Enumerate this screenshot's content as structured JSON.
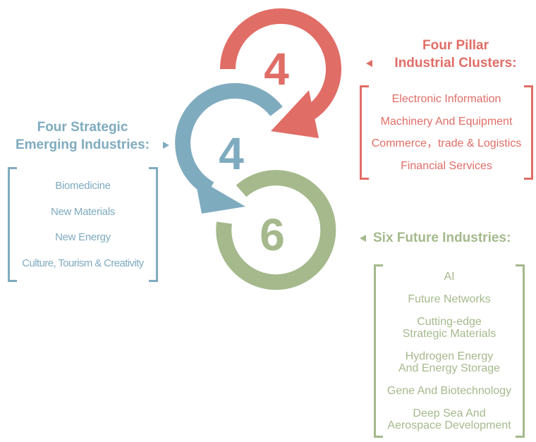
{
  "colors": {
    "pillar": "#e06d66",
    "strategic": "#7fabbf",
    "future": "#a5b98c"
  },
  "numbers": {
    "pillar": "4",
    "strategic": "4",
    "future": "6"
  },
  "pillar": {
    "heading_line1": "Four Pillar",
    "heading_line2": "Industrial Clusters:",
    "items": [
      "Electronic Information",
      "Machinery And Equipment",
      "Commerce，trade & Logistics",
      "Financial Services"
    ]
  },
  "strategic": {
    "heading_line1": "Four Strategic",
    "heading_line2": "Emerging Industries:",
    "items": [
      "Biomedicine",
      "New Materials",
      "New Energy",
      "Culture, Tourism & Creativity"
    ]
  },
  "future": {
    "heading": "Six Future Industries:",
    "items": [
      "AI",
      "Future Networks",
      "Cutting-edge\nStrategic Materials",
      "Hydrogen Energy\nAnd Energy Storage",
      "Gene And Biotechnology",
      "Deep Sea And\nAerospace Development"
    ]
  }
}
